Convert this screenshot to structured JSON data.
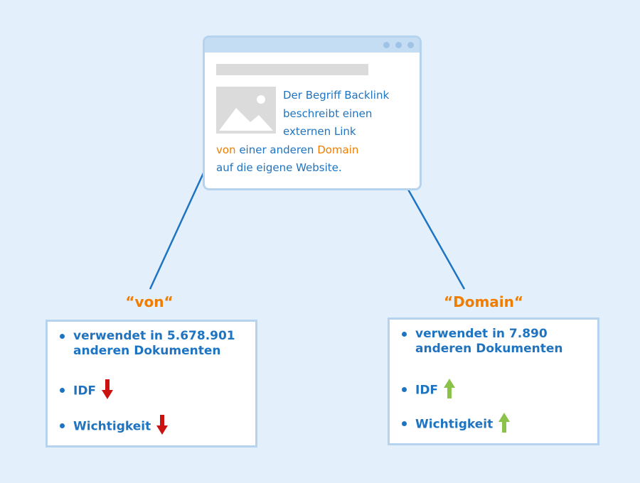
{
  "browser": {
    "snippet_lines": {
      "line1": "Der Begriff Backlink",
      "line2": "beschreibt einen",
      "line3": "externen Link",
      "line4_word1": "von",
      "line4_middle": " einer anderen ",
      "line4_word2": "Domain",
      "line5": "auf die eigene Website."
    }
  },
  "terms": [
    {
      "label": "“von“",
      "items": [
        "verwendet in 5.678.901 anderen Dokumenten",
        "IDF",
        "Wichtigkeit"
      ],
      "trend": "down",
      "arrow_icon": "arrow-down-icon",
      "arrow_color": "#cc1111"
    },
    {
      "label": "“Domain“",
      "items": [
        "verwendet in 7.890 anderen Dokumenten",
        "IDF",
        "Wichtigkeit"
      ],
      "trend": "up",
      "arrow_icon": "arrow-up-icon",
      "arrow_color": "#8bc34a"
    }
  ],
  "colors": {
    "background": "#e3f0fb",
    "text_blue": "#1f74c1",
    "highlight_orange": "#f07d00",
    "frame_light_blue": "#b5d3ef"
  }
}
